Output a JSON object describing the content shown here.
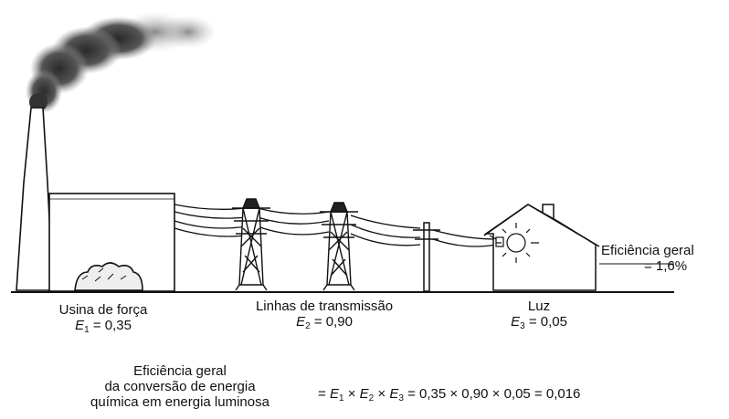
{
  "power_plant": {
    "label": "Usina de força",
    "efficiency": {
      "symbol": "E",
      "sub": "1",
      "value": "= 0,35"
    }
  },
  "transmission": {
    "label": "Linhas de transmissão",
    "efficiency": {
      "symbol": "E",
      "sub": "2",
      "value": "= 0,90"
    }
  },
  "light": {
    "label": "Luz",
    "efficiency": {
      "symbol": "E",
      "sub": "3",
      "value": "= 0,05"
    }
  },
  "overall_tag": {
    "line1": "Eficiência geral",
    "line2": "= 1,6%"
  },
  "overall_conversion": {
    "line1": "Eficiência geral",
    "line2": "da conversão de energia",
    "line3": "química em energia luminosa",
    "formula": {
      "e": "E",
      "s1": "1",
      "s2": "2",
      "s3": "3",
      "times": "×",
      "tail": "= 0,35 × 0,90 × 0,05 = 0,016",
      "eq": "="
    }
  }
}
